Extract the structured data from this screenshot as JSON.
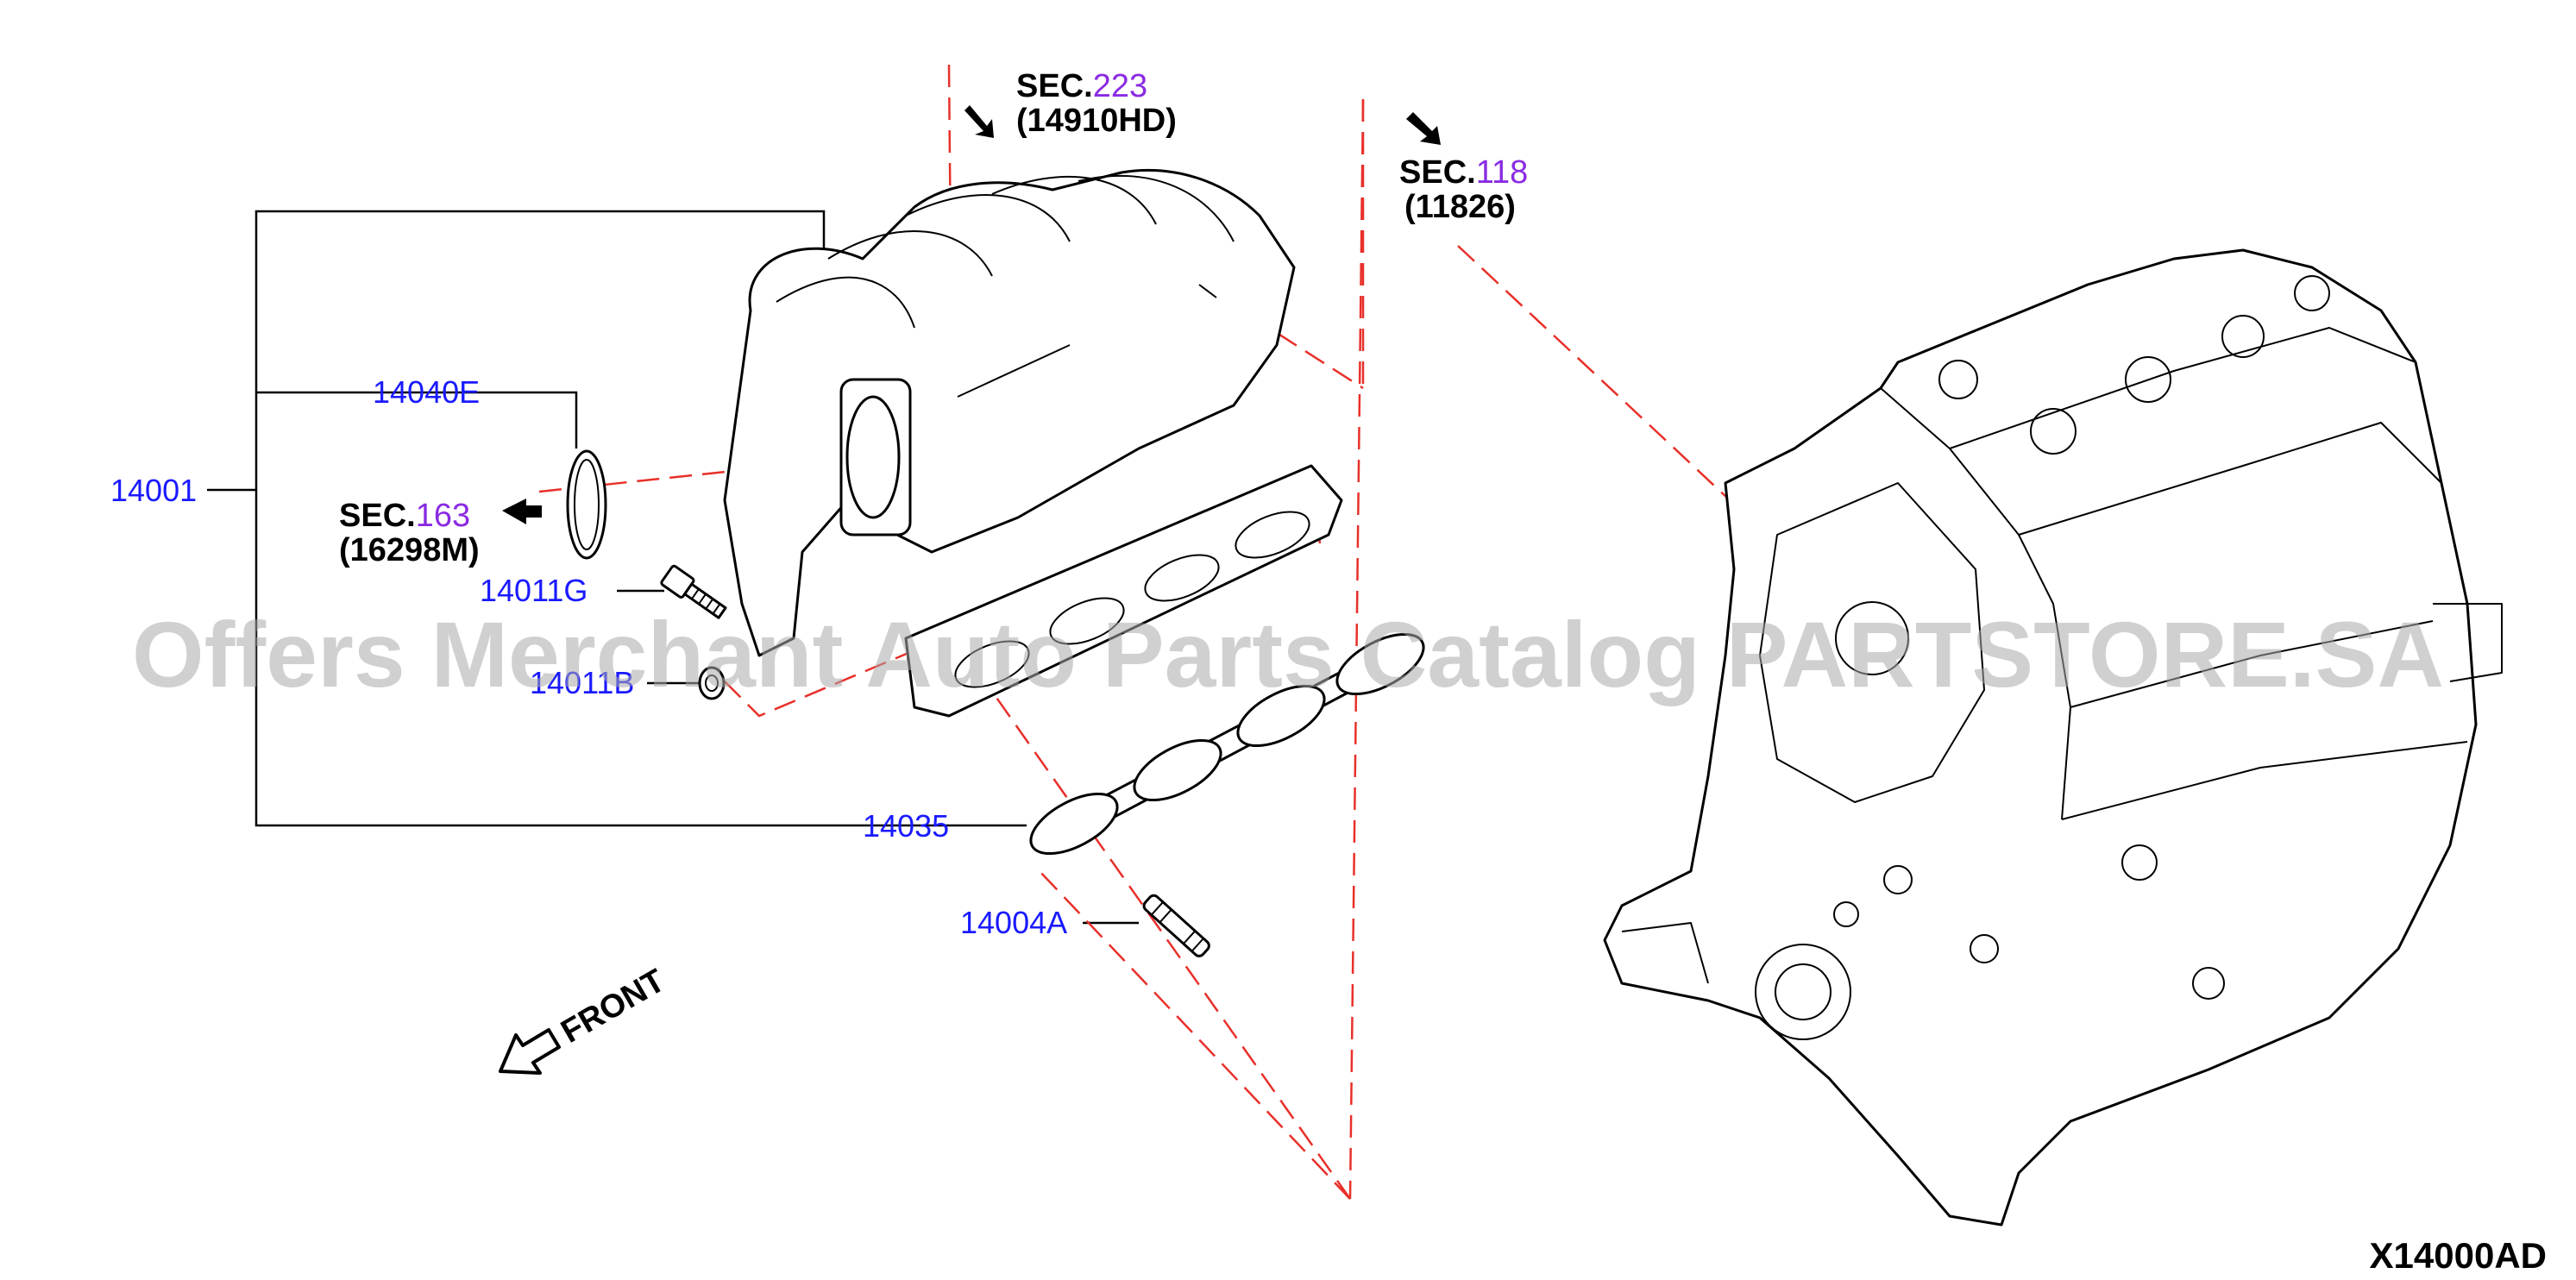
{
  "parts": {
    "assembly": "14001",
    "gasket_throttle": "14040E",
    "bolt": "14011G",
    "nut": "14011B",
    "gasket_manifold": "14035",
    "stud": "14004A"
  },
  "sections": [
    {
      "prefix": "SEC.",
      "number": "223",
      "ref": "(14910HD)"
    },
    {
      "prefix": "SEC.",
      "number": "118",
      "ref": "(11826)"
    },
    {
      "prefix": "SEC.",
      "number": "163",
      "ref": "(16298M)"
    }
  ],
  "front_label": "FRONT",
  "diagram_code": "X14000AD",
  "watermark": "Offers Merchant Auto Parts Catalog PARTSTORE.SA",
  "colors": {
    "part_number": "#1a1aff",
    "section_number": "#8a2be2",
    "dashed_leader": "#e8302a",
    "watermark": "#aaaaaa"
  },
  "icons": [
    "arrow-icon",
    "front-arrow-icon"
  ]
}
